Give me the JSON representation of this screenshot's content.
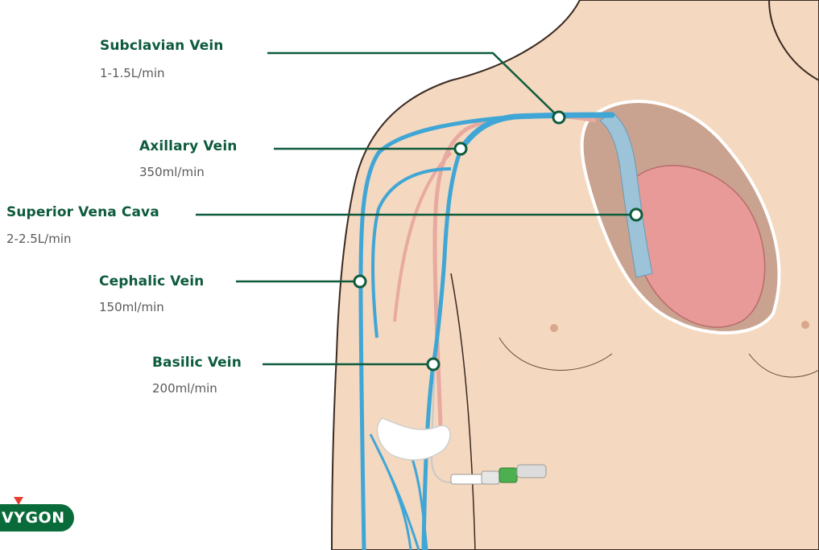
{
  "colors": {
    "leader": "#0d5b3c",
    "vein": "#3fa6d6",
    "artery": "#e8a9a0",
    "skin": "#f4d8bf",
    "heart": "#e89a98",
    "logo_bg": "#0a6b3a",
    "logo_accent": "#e53d2f"
  },
  "veins": [
    {
      "id": "subclavian",
      "name": "Subclavian Vein",
      "flow": "1-1.5L/min"
    },
    {
      "id": "axillary",
      "name": "Axillary Vein",
      "flow": "350ml/min"
    },
    {
      "id": "svc",
      "name": "Superior Vena Cava",
      "flow": "2-2.5L/min"
    },
    {
      "id": "cephalic",
      "name": "Cephalic Vein",
      "flow": "150ml/min"
    },
    {
      "id": "basilic",
      "name": "Basilic Vein",
      "flow": "200ml/min"
    }
  ],
  "logo": {
    "text": "VYGON"
  }
}
